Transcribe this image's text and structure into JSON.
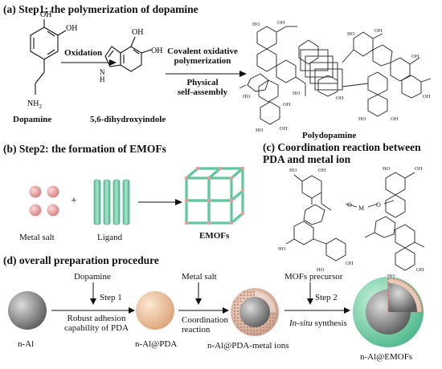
{
  "step1": {
    "title": "(a) Step1: the polymerization of dopamine",
    "oh": "OH",
    "nh2": "NH",
    "nh2_sub": "2",
    "nh": "N",
    "h": "H",
    "oxidation": "Oxidation",
    "covalent_1": "Covalent oxidative",
    "covalent_2": "polymerization",
    "physical_1": "Physical",
    "physical_2": "self-assembly",
    "dopamine": "Dopamine",
    "dihydroxyindole": "5,6-dihydroxyindole",
    "polydopamine": "Polydopamine"
  },
  "step2": {
    "title": "(b) Step2: the formation of EMOFs",
    "plus": "+",
    "metal_salt": "Metal salt",
    "ligand": "Ligand",
    "emofs": "EMOFs"
  },
  "coordination": {
    "title_1": "(c) Coordination reaction between",
    "title_2": "PDA and metal ion",
    "o": "O",
    "m": "M",
    "ho": "HO"
  },
  "procedure": {
    "title": "(d) overall preparation procedure",
    "dopamine": "Dopamine",
    "step1": "Step 1",
    "robust_1": "Robust adhesion",
    "robust_2": "capability of PDA",
    "metal_salt": "Metal salt",
    "coord_1": "Coordination",
    "coord_2": "reaction",
    "mofs_precursor": "MOFs  precursor",
    "step2": "Step 2",
    "insitu": "In-situ",
    "synthesis": " synthesis",
    "n_al": "n-Al",
    "n_al_pda": "n-Al@PDA",
    "n_al_pda_ions": "n-Al@PDA-metal ions",
    "n_al_emofs": "n-Al@EMOFs"
  },
  "colors": {
    "metal_salt": "#e9a0a0",
    "ligand": "#7fd4b0",
    "emof_frame": "#5fc79c",
    "al_core": "#8c8c8c",
    "pda_shell": "#f0c7a0",
    "emof_shell": "#7fd6b0"
  }
}
